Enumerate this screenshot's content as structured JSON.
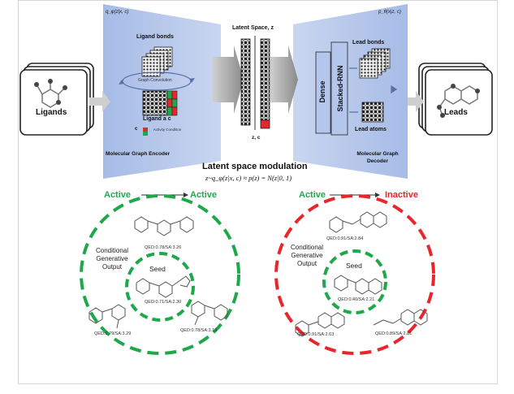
{
  "figure": {
    "encoder_title": "q_φ(z|x, c)",
    "decoder_title": "p_θ(x|z, c)",
    "latent_space_label": "Latent Space, z",
    "latent_bottom_label": "z, c",
    "ligands_label": "Ligands",
    "leads_label": "Leads",
    "ligand_bonds": "Ligand bonds",
    "graph_convolution": "Graph Convolution",
    "ligand_atoms": "Ligand a c",
    "condition_c": "c",
    "activity_condition": "Activity Condition",
    "encoder_name": "Molecular Graph Encoder",
    "decoder_name": "Molecular Graph Decoder",
    "dense_label": "Dense",
    "stacked_rnn_label": "Stacked-RNN",
    "lead_bonds": "Lead bonds",
    "lead_atoms": "Lead atoms",
    "modulation_title": "Latent space modulation",
    "modulation_formula": "z~q_φ(z|x, c) ≈ p(z) = N(z|0, 1)"
  },
  "left_panel": {
    "from": "Active",
    "to": "Active",
    "output_label": "Conditional Generative Output",
    "seed_label": "Seed",
    "qed_top": "QED:0.78/SA:3.26",
    "qed_seed": "QED:0.71/SA:2.30",
    "qed_bottom_left": "QED:0.79/SA:3.29",
    "qed_bottom_right": "QED:0.78/SA:3.19"
  },
  "right_panel": {
    "from": "Active",
    "to": "Inactive",
    "output_label": "Conditional Generative Output",
    "seed_label": "Seed",
    "qed_top": "QED:0.91/SA:2.84",
    "qed_seed": "QED:0.40/SA:2.21",
    "qed_bottom_left": "QED:0.91/SA:2.63",
    "qed_bottom_right": "QED:0.89/SA:2.81"
  },
  "colors": {
    "active": "#1fa84a",
    "inactive": "#e8262b",
    "panel_blue": "#a9bde6"
  }
}
